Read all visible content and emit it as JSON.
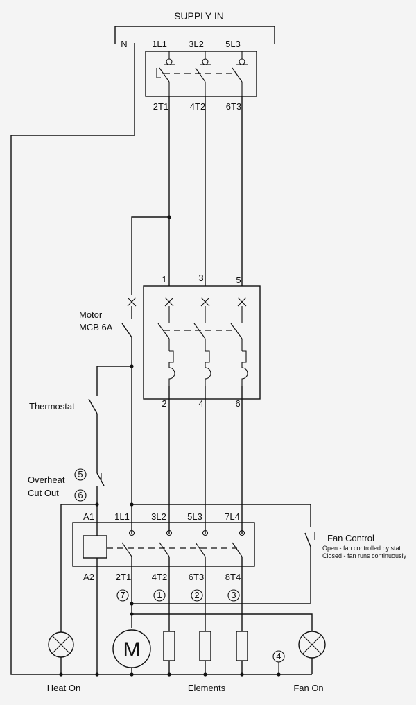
{
  "labels": {
    "supply_in": "SUPPLY IN",
    "neutral": "N",
    "motor_mcb_line1": "Motor",
    "motor_mcb_line2": "MCB 6A",
    "thermostat": "Thermostat",
    "overheat_line1": "Overheat",
    "overheat_line2": "Cut Out",
    "fan_control": "Fan Control",
    "fan_control_note1": "Open - fan controlled by stat",
    "fan_control_note2": "Closed - fan runs continuously",
    "heat_on": "Heat On",
    "elements": "Elements",
    "fan_on": "Fan On",
    "motor_symbol": "M"
  },
  "isolator": {
    "top_terminals": [
      "1L1",
      "3L2",
      "5L3"
    ],
    "bottom_terminals": [
      "2T1",
      "4T2",
      "6T3"
    ]
  },
  "mcb": {
    "top_terminals": [
      "1",
      "3",
      "5"
    ],
    "bottom_terminals": [
      "2",
      "4",
      "6"
    ]
  },
  "contactor": {
    "top_terminals": [
      "A1",
      "1L1",
      "3L2",
      "5L3",
      "7L4"
    ],
    "bottom_terminals": [
      "A2",
      "2T1",
      "4T2",
      "6T3",
      "8T4"
    ]
  },
  "wire_numbers": {
    "n1": "1",
    "n2": "2",
    "n3": "3",
    "n4": "4",
    "n5": "5",
    "n6": "6",
    "n7": "7"
  }
}
